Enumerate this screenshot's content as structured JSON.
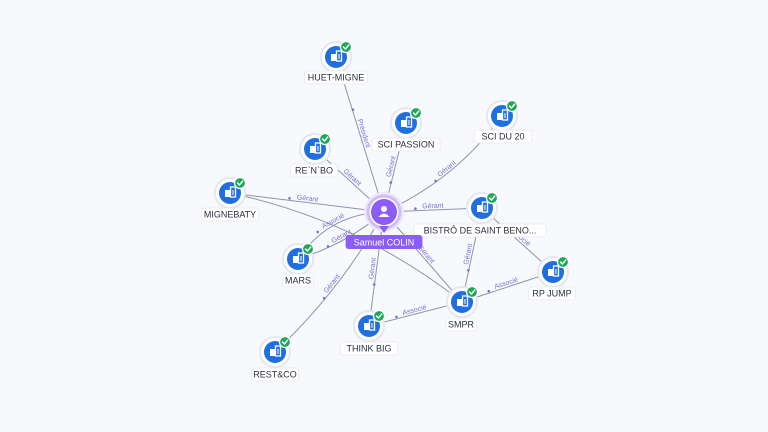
{
  "center": {
    "id": "samuel",
    "label": "Samuel COLIN",
    "icon": "person-icon",
    "color": "#8b5cf6"
  },
  "nodes": [
    {
      "id": "huet",
      "label": "HUET-MIGNE",
      "icon": "company-icon",
      "verified": true
    },
    {
      "id": "scipass",
      "label": "SCI PASSION",
      "icon": "company-icon",
      "verified": true
    },
    {
      "id": "scidu20",
      "label": "SCI DU 20",
      "icon": "company-icon",
      "verified": true
    },
    {
      "id": "renbo",
      "label": "RE`N`BO",
      "icon": "company-icon",
      "verified": true
    },
    {
      "id": "mignebaty",
      "label": "MIGNEBATY",
      "icon": "company-icon",
      "verified": true
    },
    {
      "id": "bistro",
      "label": "BISTRÔ DE SAINT BENO...",
      "icon": "company-icon",
      "verified": true
    },
    {
      "id": "mars",
      "label": "MARS",
      "icon": "company-icon",
      "verified": true
    },
    {
      "id": "rpjump",
      "label": "RP JUMP",
      "icon": "company-icon",
      "verified": true
    },
    {
      "id": "smpr",
      "label": "SMPR",
      "icon": "company-icon",
      "verified": true
    },
    {
      "id": "thinkbig",
      "label": "THINK BIG",
      "icon": "company-icon",
      "verified": true
    },
    {
      "id": "restco",
      "label": "REST&CO",
      "icon": "company-icon",
      "verified": true
    }
  ],
  "edges": [
    {
      "from": "samuel",
      "to": "huet",
      "label": "Président"
    },
    {
      "from": "samuel",
      "to": "scipass",
      "label": "Gérant"
    },
    {
      "from": "samuel",
      "to": "scidu20",
      "label": "Gérant"
    },
    {
      "from": "samuel",
      "to": "renbo",
      "label": "Gérant"
    },
    {
      "from": "samuel",
      "to": "mignebaty",
      "label": "Gérant"
    },
    {
      "from": "samuel",
      "to": "bistro",
      "label": "Gérant"
    },
    {
      "from": "samuel",
      "to": "mars",
      "label": "Gérant"
    },
    {
      "from": "samuel",
      "to": "smpr",
      "label": "Gérant"
    },
    {
      "from": "samuel",
      "to": "thinkbig",
      "label": "Gérant"
    },
    {
      "from": "samuel",
      "to": "restco",
      "label": "Gérant"
    },
    {
      "from": "samuel",
      "to": "mars",
      "label": "Associé"
    },
    {
      "from": "smpr",
      "to": "thinkbig",
      "label": "Associé"
    },
    {
      "from": "smpr",
      "to": "rpjump",
      "label": "Associé"
    },
    {
      "from": "bistro",
      "to": "rpjump",
      "label": "Associé"
    },
    {
      "from": "smpr",
      "to": "bistro",
      "label": "Gérant"
    },
    {
      "from": "mignebaty",
      "to": "smpr",
      "label": ""
    }
  ],
  "colors": {
    "accent": "#8b5cf6",
    "node": "#1f6fe0",
    "check": "#1ea85a",
    "edge": "#8e95a6",
    "edgeLabel": "#7c6fd6"
  }
}
